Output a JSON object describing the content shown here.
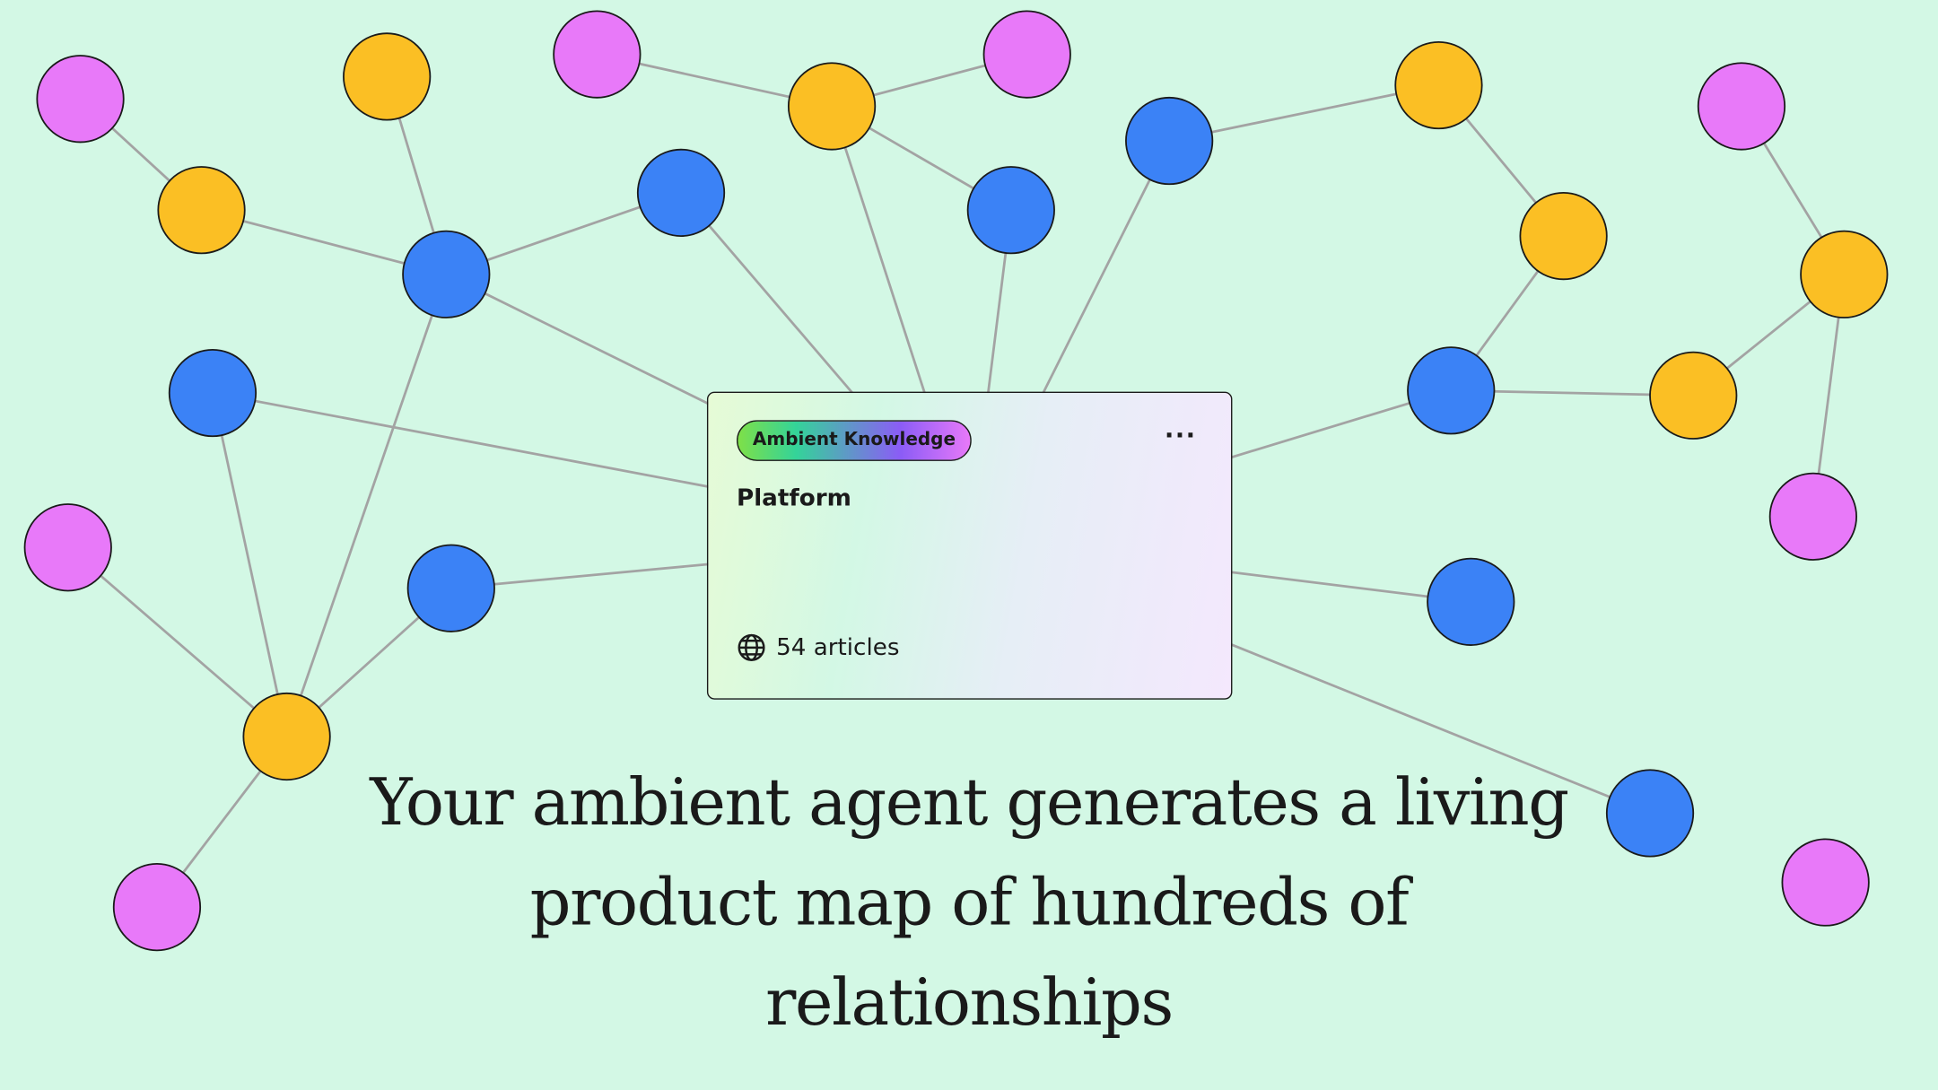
{
  "card": {
    "badge": "Ambient Knowledge",
    "menu": "···",
    "title": "Platform",
    "articles_icon": "globe-icon",
    "articles": "54 articles"
  },
  "heading": "Your ambient agent generates a living product map of hundreds of relationships",
  "colors": {
    "background": "#d3f8e5",
    "blue": "#3b82f6",
    "yellow": "#fbbf24",
    "pink": "#e879f9",
    "edge": "#a3a3a3"
  }
}
